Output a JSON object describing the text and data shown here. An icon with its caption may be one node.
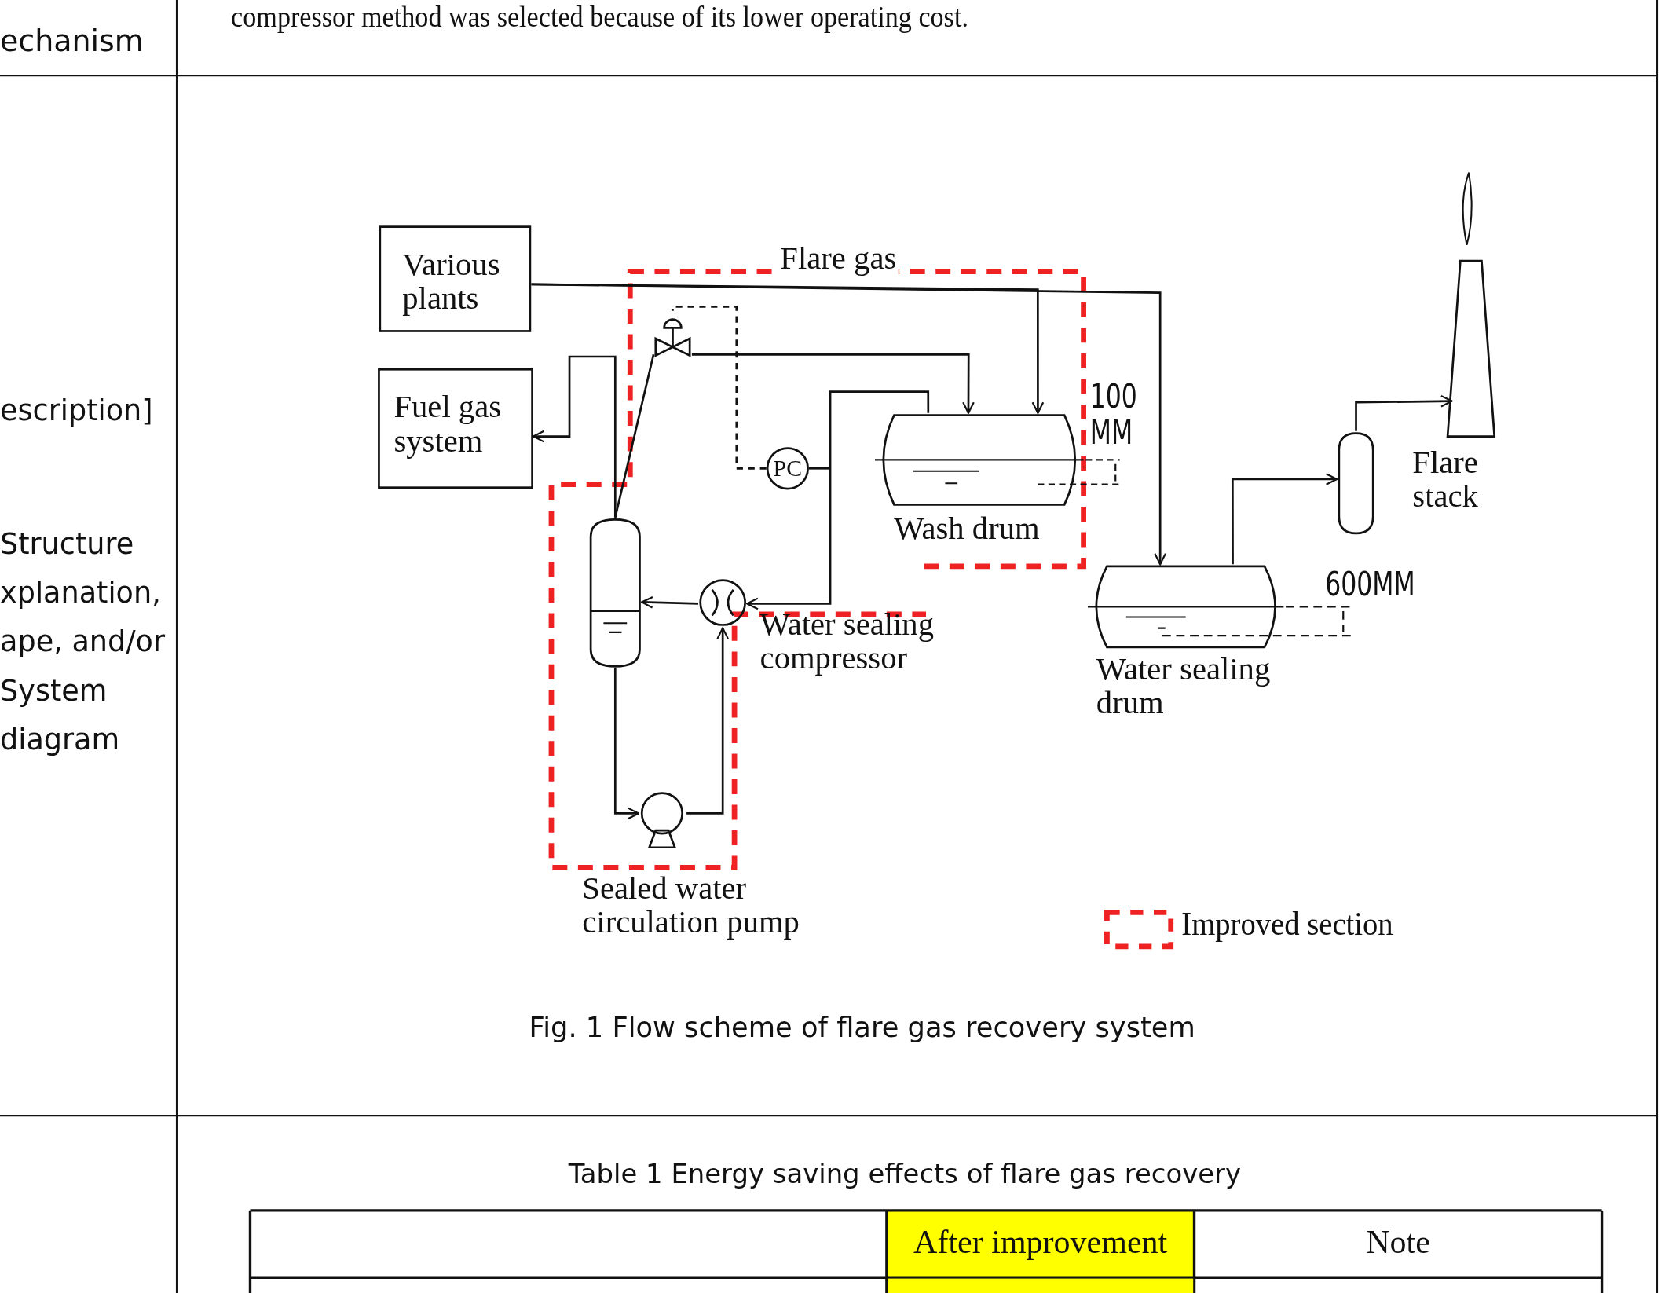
{
  "diagram": {
    "caption": "Fig. 1  Flow scheme of flare gas recovery system",
    "nodes": [
      {
        "text": [
          "Various plants"
        ]
      },
      {
        "text": [
          "Fuel gas system"
        ]
      },
      {
        "text": [],
        "shape": "valve"
      },
      {
        "text": [
          "PC"
        ]
      },
      {
        "text": [
          "Wash drum"
        ]
      },
      {
        "text": [],
        "shape": "vessel"
      },
      {
        "text": [
          "Water sealing compressor"
        ]
      },
      {
        "text": [
          "Sealed water circulation pump"
        ]
      },
      {
        "text": [
          "Water sealing drum"
        ]
      },
      {
        "text": [],
        "shape": "vessel"
      },
      {
        "text": [
          "Flare stack"
        ]
      }
    ],
    "edges": [
      {
        "from": 0,
        "to": 4,
        "arrow": "to",
        "label": "Flare gas"
      },
      {
        "from": 0,
        "to": 8,
        "arrow": "to"
      },
      {
        "from": 4,
        "to": 6,
        "arrow": "to"
      },
      {
        "from": 6,
        "to": 5,
        "arrow": "to"
      },
      {
        "from": 5,
        "to": 1,
        "arrow": "to"
      },
      {
        "from": 5,
        "to": 2,
        "arrow": "none"
      },
      {
        "from": 2,
        "to": 4,
        "arrow": "to"
      },
      {
        "from": 3,
        "to": 2,
        "arrow": "none",
        "style": "dashed"
      },
      {
        "from": 5,
        "to": 7,
        "arrow": "to"
      },
      {
        "from": 7,
        "to": 6,
        "arrow": "to"
      },
      {
        "from": 8,
        "to": 9,
        "arrow": "to"
      },
      {
        "from": 9,
        "to": 10,
        "arrow": "to"
      },
      {
        "from": 3,
        "to": null,
        "arrow": "none"
      }
    ],
    "labels": [
      "echanism",
      "compressor method was selected because of its lower operating cost.",
      "escription]",
      "Structure xplanation, ape, and/or System diagram",
      "100 MM",
      "600MM",
      "Table 1  Energy saving effects of  flare gas recovery",
      "After improvement",
      "Note"
    ],
    "legend": [
      {
        "text": "Improved section"
      }
    ]
  }
}
